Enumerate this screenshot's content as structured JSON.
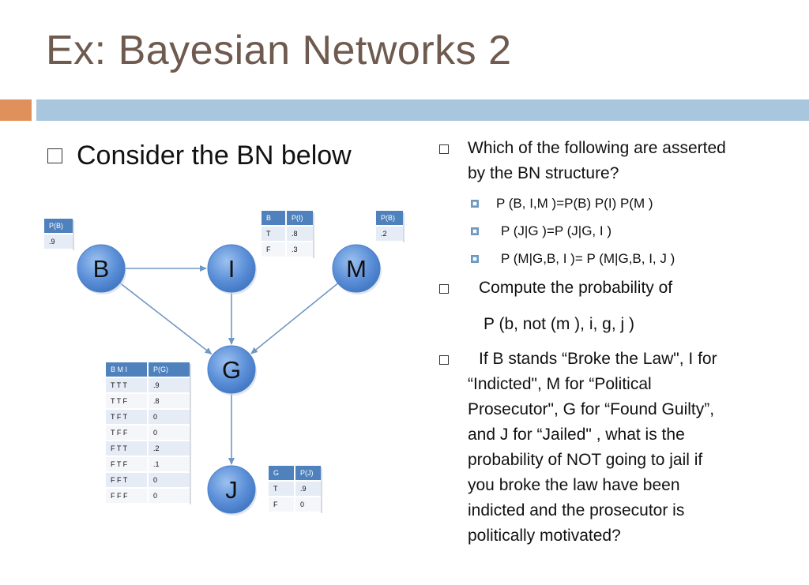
{
  "slide": {
    "title": "Ex: Bayesian Networks 2",
    "left_bullet": "Consider the BN below"
  },
  "right": {
    "q1": {
      "text_line1": "Which of the following are asserted",
      "text_line2": "by the BN structure?",
      "options": [
        "P (B, I,M )=P(B) P(I) P(M )",
        "P (J|G )=P (J|G, I )",
        "P (M|G,B, I )= P (M|G,B, I, J )"
      ]
    },
    "q2": {
      "line1": "Compute the probability of",
      "line2": "P (b, not (m ), i, g, j )"
    },
    "q3": {
      "lines": [
        "If B  stands “Broke the Law\", I  for",
        "“Indicted\", M  for “Political",
        "Prosecutor\", G  for “Found Guilty”,",
        "and J  for “Jailed\" , what is the",
        "probability of NOT going to jail if",
        "you broke the law have been",
        "indicted and the prosecutor is",
        "politically motivated?"
      ]
    }
  },
  "network": {
    "node_color": "#5b8fd8",
    "edge_color": "#6f97c4",
    "nodes": [
      {
        "id": "B",
        "label": "B"
      },
      {
        "id": "I",
        "label": "I"
      },
      {
        "id": "M",
        "label": "M"
      },
      {
        "id": "G",
        "label": "G"
      },
      {
        "id": "J",
        "label": "J"
      }
    ],
    "edges": [
      {
        "from": "B",
        "to": "I"
      },
      {
        "from": "B",
        "to": "G"
      },
      {
        "from": "I",
        "to": "G"
      },
      {
        "from": "M",
        "to": "G"
      },
      {
        "from": "G",
        "to": "J"
      }
    ],
    "cpts": {
      "B": {
        "header": [
          "P(B)"
        ],
        "rows": [
          [
            ".9"
          ]
        ]
      },
      "I": {
        "header": [
          "B",
          "P(I)"
        ],
        "rows": [
          [
            "T",
            ".8"
          ],
          [
            "F",
            ".3"
          ]
        ]
      },
      "M": {
        "header": [
          "P(B)"
        ],
        "rows": [
          [
            ".2"
          ]
        ]
      },
      "G": {
        "header": [
          "B M I",
          "P(G)"
        ],
        "rows": [
          [
            "T T T",
            ".9"
          ],
          [
            "T T F",
            ".8"
          ],
          [
            "T F T",
            "0"
          ],
          [
            "T F F",
            "0"
          ],
          [
            "F T T",
            ".2"
          ],
          [
            "F T F",
            ".1"
          ],
          [
            "F F T",
            "0"
          ],
          [
            "F F F",
            "0"
          ]
        ]
      },
      "J": {
        "header": [
          "G",
          "P(J)"
        ],
        "rows": [
          [
            "T",
            ".9"
          ],
          [
            "F",
            "0"
          ]
        ]
      }
    }
  }
}
